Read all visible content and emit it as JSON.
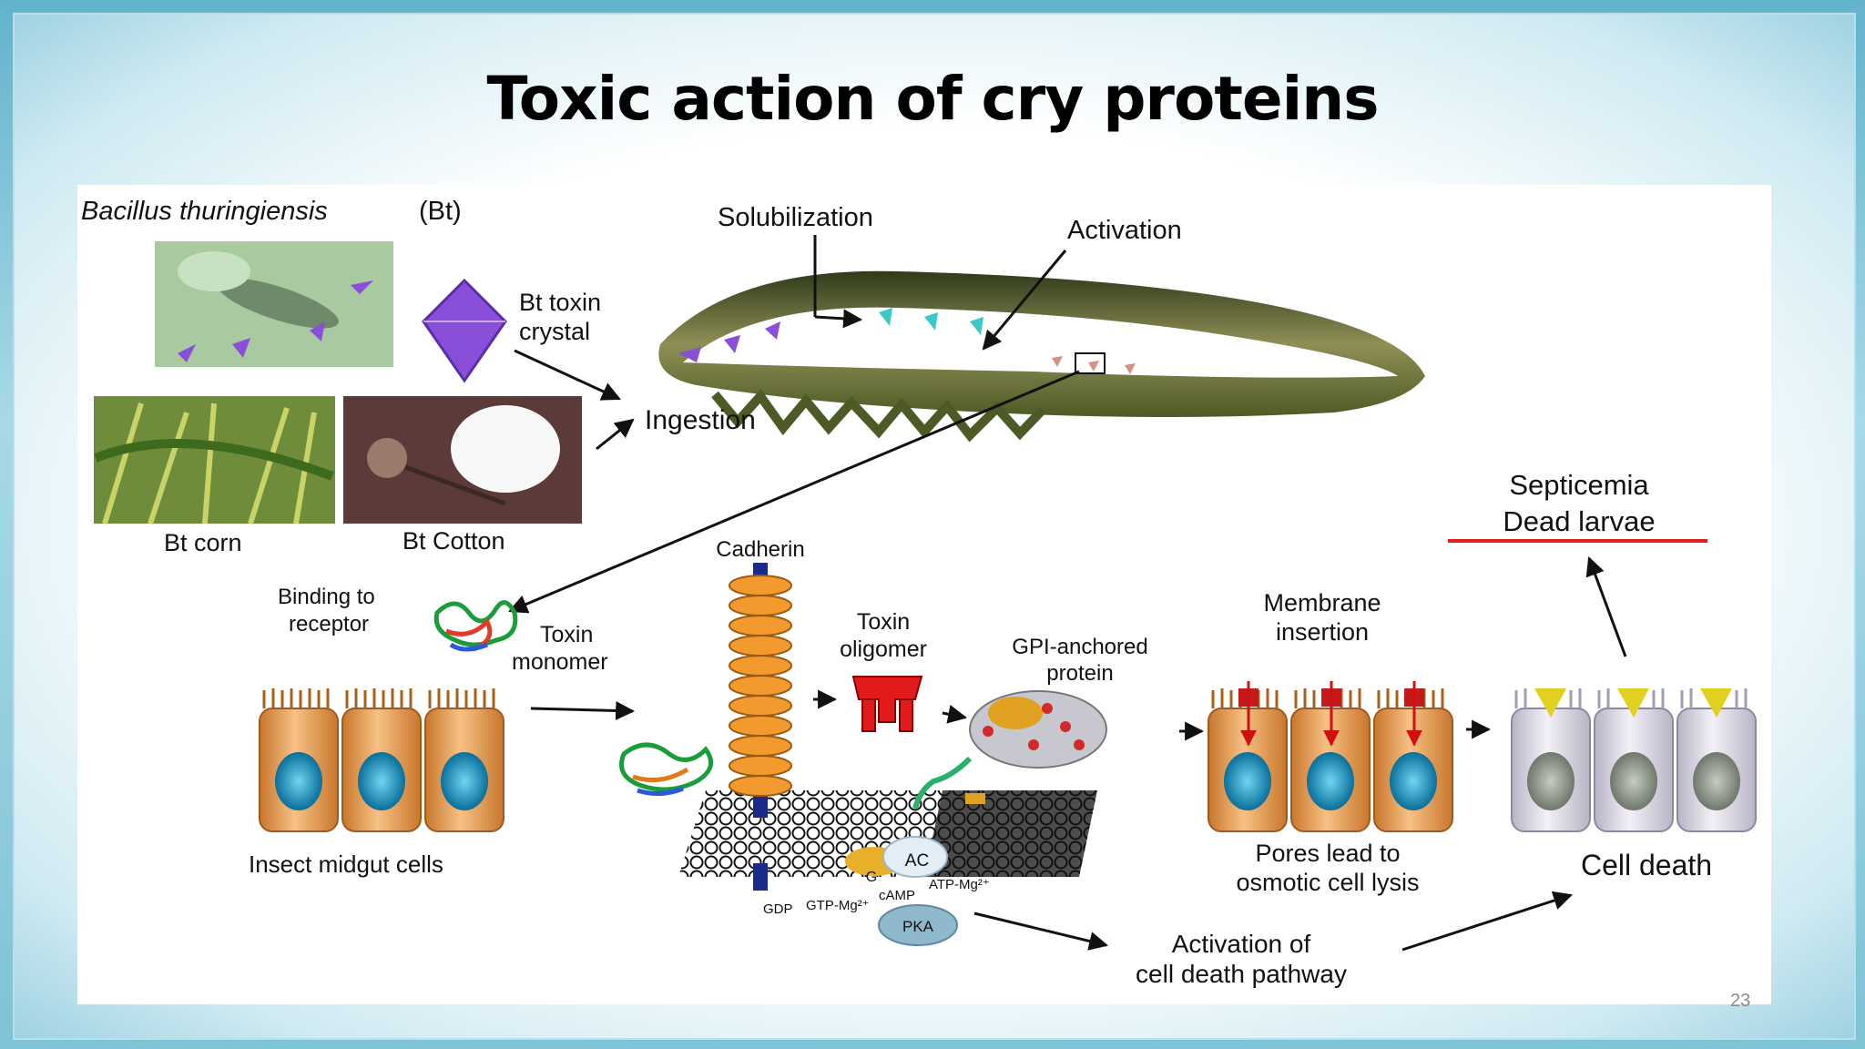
{
  "slide": {
    "title": "Toxic action of cry proteins",
    "page_number": "23"
  },
  "diagram": {
    "bt_species": "Bacillus thuringiensis",
    "bt_abbrev": "(Bt)",
    "toxin_crystal_line1": "Bt toxin",
    "toxin_crystal_line2": "crystal",
    "bt_corn": "Bt corn",
    "bt_cotton": "Bt Cotton",
    "ingestion": "Ingestion",
    "solubilization": "Solubilization",
    "activation": "Activation",
    "binding_line1": "Binding to",
    "binding_line2": "receptor",
    "toxin_monomer_line1": "Toxin",
    "toxin_monomer_line2": "monomer",
    "cadherin": "Cadherin",
    "toxin_oligomer_line1": "Toxin",
    "toxin_oligomer_line2": "oligomer",
    "gpi_line1": "GPI-anchored",
    "gpi_line2": "protein",
    "membrane_line1": "Membrane",
    "membrane_line2": "insertion",
    "septicemia": "Septicemia",
    "dead_larvae": "Dead larvae",
    "midgut_cells": "Insect midgut cells",
    "pores_line1": "Pores lead to",
    "pores_line2": "osmotic cell lysis",
    "cell_death": "Cell death",
    "activation_pathway_line1": "Activation of",
    "activation_pathway_line2": "cell death pathway",
    "ac": "AC",
    "g_protein": "G",
    "gdp": "GDP",
    "gtp": "GTP-Mg²⁺",
    "atp": "ATP-Mg²⁺",
    "camp": "cAMP",
    "pka": "PKA"
  },
  "colors": {
    "cell_orange": "#e9a35a",
    "nucleus_blue": "#1aa4c8",
    "dead_cell": "#dcd8e6",
    "toxin_red": "#e11b1b",
    "crystal_purple": "#8a4fd8",
    "larvae_underline": "#e02020"
  }
}
